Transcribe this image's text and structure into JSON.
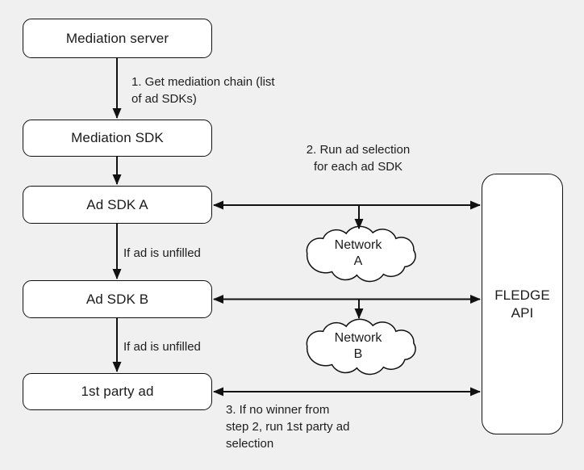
{
  "diagram": {
    "nodes": {
      "mediation_server": {
        "label": "Mediation server"
      },
      "mediation_sdk": {
        "label": "Mediation SDK"
      },
      "ad_sdk_a": {
        "label": "Ad SDK A"
      },
      "ad_sdk_b": {
        "label": "Ad SDK B"
      },
      "first_party_ad": {
        "label": "1st party ad"
      },
      "fledge_api": {
        "label": "FLEDGE\nAPI"
      },
      "network_a": {
        "label": "Network\nA"
      },
      "network_b": {
        "label": "Network\nB"
      }
    },
    "annotations": {
      "step1": "1. Get mediation chain (list\nof ad SDKs)",
      "step2": "2. Run ad selection\nfor each ad SDK",
      "step3": "3. If no winner from\nstep 2, run 1st party ad\nselection",
      "unfilled_a": "If ad is unfilled",
      "unfilled_b": "If ad is unfilled"
    },
    "colors": {
      "background": "#f0f0f0",
      "node_fill": "#ffffff",
      "stroke": "#111111",
      "text": "#1b1b1b"
    }
  }
}
